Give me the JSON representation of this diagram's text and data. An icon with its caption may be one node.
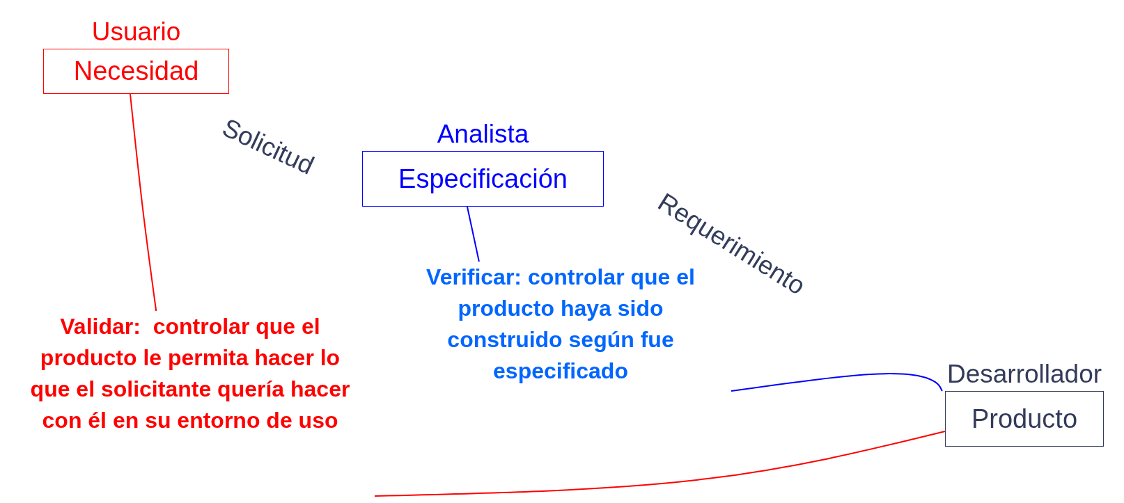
{
  "diagram": {
    "nodes": [
      {
        "text": [
          "Usuario",
          "Necesidad"
        ]
      },
      {
        "text": [
          "Analista",
          "Especificación"
        ]
      },
      {
        "text": [
          "Desarrollador",
          "Producto"
        ]
      },
      {
        "text": [
          "Validar:  controlar que el producto le permita hacer lo que el solicitante quería hacer con él en su entorno de uso"
        ]
      },
      {
        "text": [
          "Verificar: controlar que el producto haya sido construido según fue especificado"
        ]
      }
    ],
    "edges": [
      {
        "from": 0,
        "to": 3,
        "arrow": "none",
        "color": "#ff0000"
      },
      {
        "from": 1,
        "to": 4,
        "arrow": "none",
        "color": "#0000ff"
      },
      {
        "from": 4,
        "to": 2,
        "arrow": "none",
        "color": "#0000ff"
      },
      {
        "from": 2,
        "to": 3,
        "arrow": "none",
        "color": "#ff0000"
      }
    ],
    "labels": [
      "Solicitud",
      "Requerimiento"
    ]
  }
}
